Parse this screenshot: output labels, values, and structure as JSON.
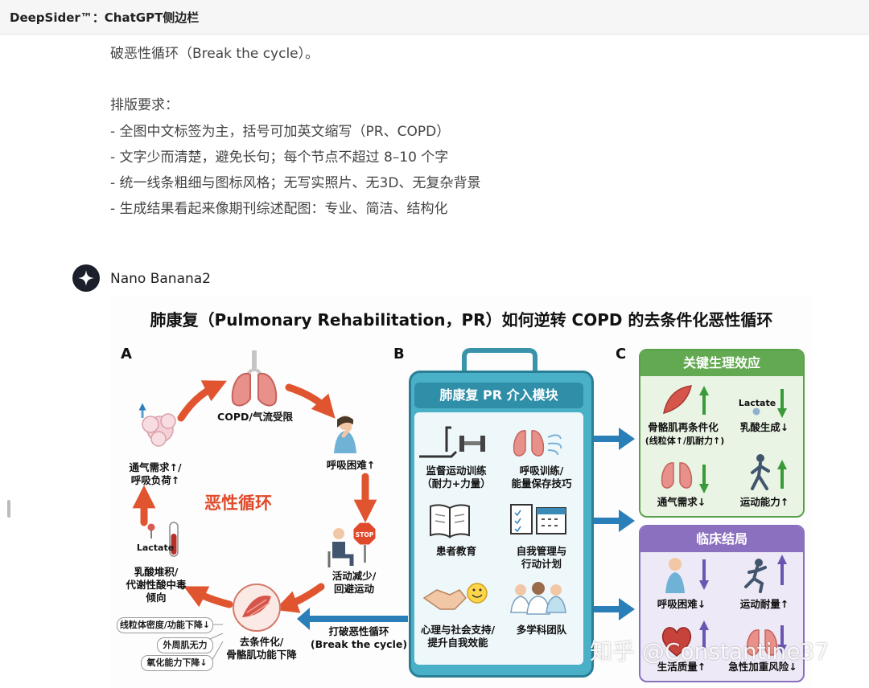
{
  "app": {
    "title": "DeepSider™：ChatGPT侧边栏"
  },
  "prompt": {
    "lines": [
      "破恶性循环（Break the cycle）。",
      "排版要求：",
      "- 全图中文标签为主，括号可加英文缩写（PR、COPD）",
      "- 文字少而清楚，避免长句；每个节点不超过 8–10 个字",
      "- 统一线条粗细与图标风格；无写实照片、无3D、无复杂背景",
      "- 生成结果看起来像期刊综述配图：专业、简洁、结构化"
    ]
  },
  "reply": {
    "sender": "Nano Banana2"
  },
  "figure": {
    "title": "肺康复（Pulmonary Rehabilitation，PR）如何逆转 COPD 的去条件化恶性循环",
    "panel_a": {
      "letter": "A",
      "center_label": "恶性循环",
      "nodes": {
        "copd": "COPD/气流受限",
        "dyspnea": "呼吸困难↑",
        "activity_line1": "活动减少/",
        "activity_line2": "回避运动",
        "decond_line1": "去条件化/",
        "decond_line2": "骨骼肌功能下降",
        "lactate_line1": "乳酸堆积/",
        "lactate_line2": "代谢性酸中毒",
        "lactate_line3": "倾向",
        "vent_line1": "通气需求↑/",
        "vent_line2": "呼吸负荷↑"
      },
      "lactate_tag": "Lactate",
      "stop_sign": "STOP",
      "subfactors": [
        "线粒体密度/功能下降↓",
        "外周肌无力",
        "氧化能力下降↓"
      ]
    },
    "panel_b": {
      "letter": "B",
      "header": "肺康复 PR 介入模块",
      "modules": [
        {
          "line1": "监督运动训练",
          "line2": "（耐力+力量）",
          "icon": "treadmill-dumbbell-icon"
        },
        {
          "line1": "呼吸训练/",
          "line2": "能量保存技巧",
          "icon": "lungs-wind-icon"
        },
        {
          "line1": "患者教育",
          "line2": "",
          "icon": "book-icon"
        },
        {
          "line1": "自我管理与",
          "line2": "行动计划",
          "icon": "checklist-calendar-icon"
        },
        {
          "line1": "心理与社会支持/",
          "line2": "提升自我效能",
          "icon": "handshake-smile-icon"
        },
        {
          "line1": "多学科团队",
          "line2": "",
          "icon": "medical-team-icon"
        }
      ],
      "break_line1": "打破恶性循环",
      "break_line2": "(Break the cycle)"
    },
    "panel_c": {
      "letter": "C",
      "physio_header": "关键生理效应",
      "physio": [
        {
          "line1": "骨骼肌再条件化",
          "line2": "(线粒体↑/肌耐力↑)",
          "direction": "up"
        },
        {
          "line1": "乳酸生成↓",
          "line2": "",
          "direction": "down",
          "tag": "Lactate"
        },
        {
          "line1": "通气需求↓",
          "line2": "",
          "direction": "down"
        },
        {
          "line1": "运动能力↑",
          "line2": "",
          "direction": "up"
        }
      ],
      "clinical_header": "临床结局",
      "clinical": [
        {
          "label": "呼吸困难↓",
          "direction": "down"
        },
        {
          "label": "运动耐量↑",
          "direction": "up"
        },
        {
          "label": "生活质量↑",
          "direction": "up"
        },
        {
          "label": "急性加重风险↓",
          "direction": "down"
        }
      ]
    },
    "watermark": "知乎 @Constantine37"
  },
  "colors": {
    "cycle_arrow": "#e05530",
    "kit_teal": "#4ab0c8",
    "physio_green": "#62a951",
    "clinical_purple": "#8c70c0",
    "blue_arrow": "#2a7fb8"
  }
}
